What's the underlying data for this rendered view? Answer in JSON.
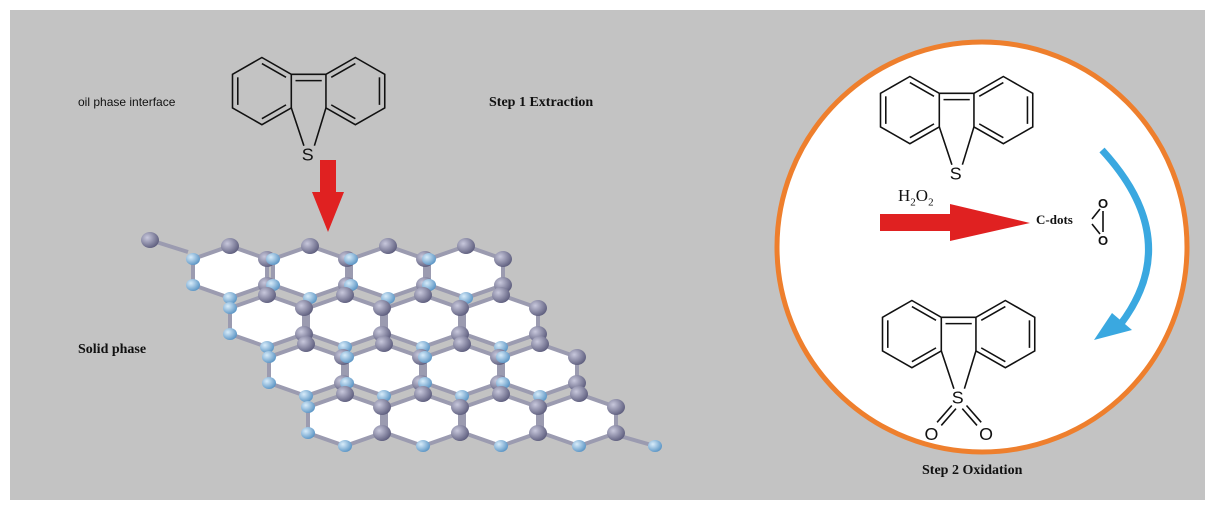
{
  "diagram": {
    "labels": {
      "oil_phase": "oil phase  interface",
      "step1": "Step 1 Extraction",
      "solid_phase": "Solid phase",
      "step2": "Step 2 Oxidation",
      "h2o2_main": "H",
      "h2o2_sub1": "2",
      "h2o2_mid": "O",
      "h2o2_sub2": "2",
      "cdots": "C-dots",
      "oxygen": "O",
      "sulfur": "S"
    },
    "colors": {
      "background": "#c3c3c3",
      "circle_border": "#ee7f2d",
      "red_arrow": "#e02121",
      "blue_arrow": "#3aa8e0",
      "node_dark": "#8a8aa8",
      "node_light": "#7fb2d8",
      "bond": "#9b9bb0"
    },
    "molecules": [
      "dibenzothiophene-top",
      "dibenzothiophene-circle",
      "dibenzothiophene-sulfone"
    ]
  }
}
